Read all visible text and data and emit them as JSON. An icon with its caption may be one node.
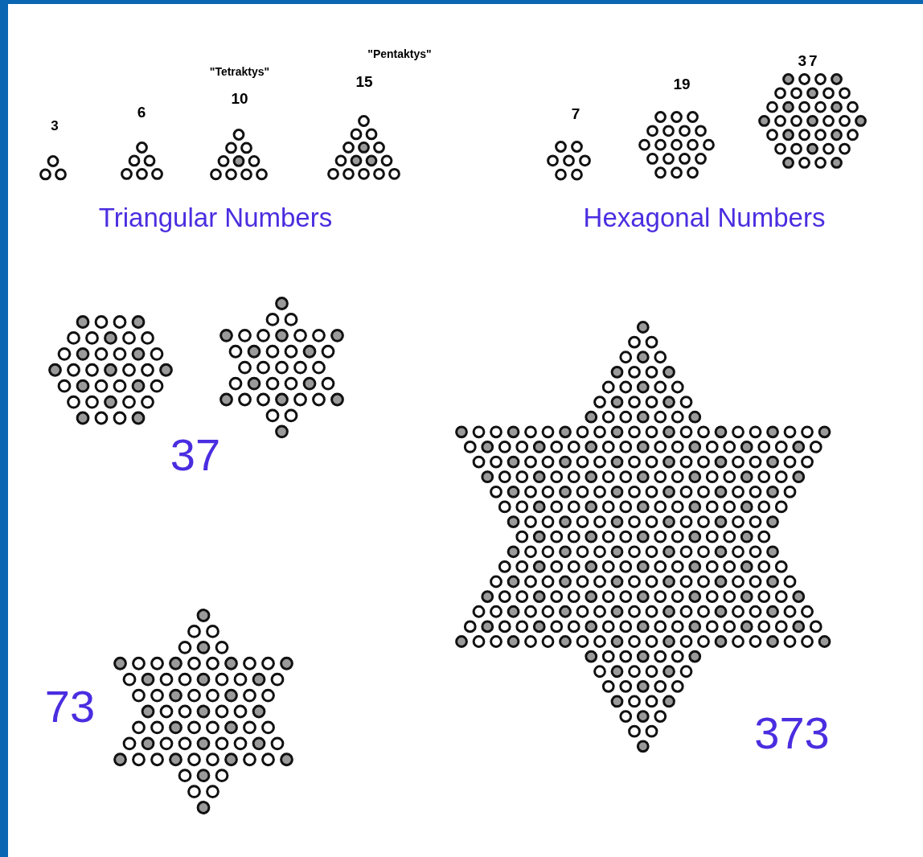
{
  "diagram": {
    "labels": [
      "3",
      "6",
      "\"Tetraktys\"",
      "10",
      "\"Pentaktys\"",
      "15",
      "7",
      "19",
      "37",
      "Triangular Numbers",
      "Hexagonal Numbers",
      "37",
      "73",
      "373"
    ]
  }
}
